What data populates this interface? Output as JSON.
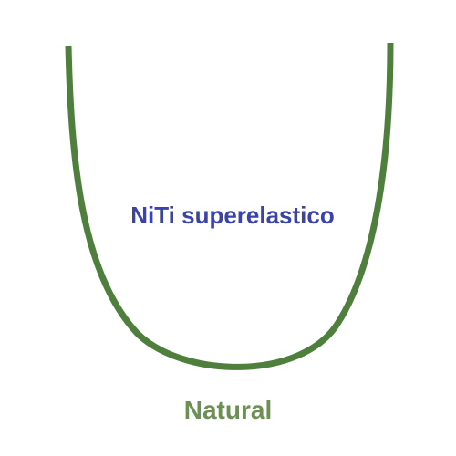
{
  "product": {
    "name": "NiTi superelastico",
    "name_color": "#3a43a8"
  },
  "finish": {
    "label": "Natural",
    "label_color": "#6b8f55"
  },
  "archwire": {
    "shape": "u-arch",
    "color": "#4f7f3c"
  }
}
